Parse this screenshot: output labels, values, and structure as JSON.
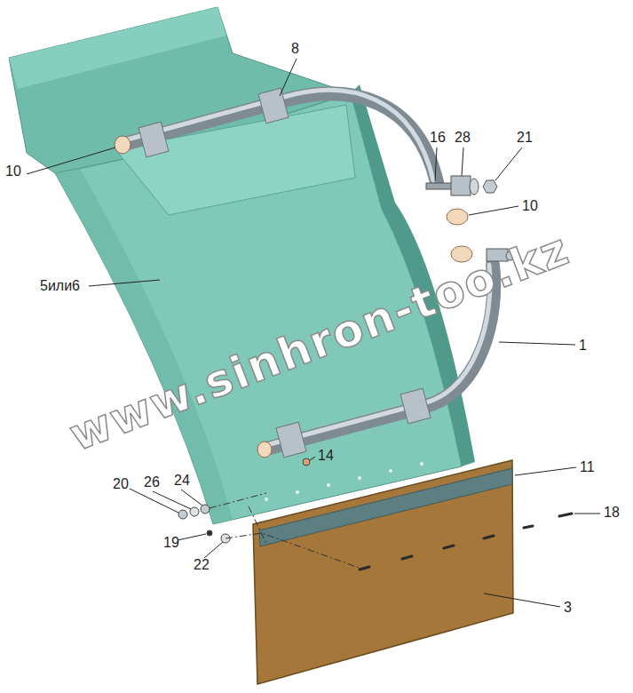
{
  "diagram": {
    "labels": [
      "8",
      "10",
      "16",
      "28",
      "21",
      "10",
      "5или6",
      "1",
      "14",
      "11",
      "20",
      "26",
      "24",
      "18",
      "19",
      "22",
      "3",
      "www.sinhron-too.kz"
    ]
  }
}
